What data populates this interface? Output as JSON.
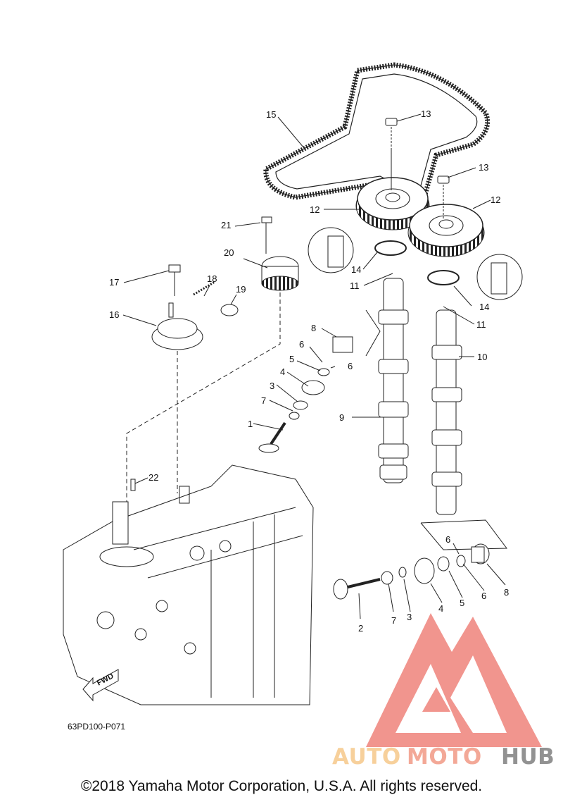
{
  "diagram_code": "63PD100-P071",
  "fwd_label": "FWD",
  "copyright": "©2018 Yamaha Motor Corporation, U.S.A. All rights reserved.",
  "watermark": {
    "auto": "AUTO",
    "moto": "MOTO",
    "hub": "HUB",
    "colors": {
      "auto": "#f6c88a",
      "moto": "#f19a86",
      "hub": "#7f7f7f",
      "triangle": "#ee7b73"
    }
  },
  "callouts": {
    "c1": "1",
    "c2": "2",
    "c3a": "3",
    "c3b": "3",
    "c4a": "4",
    "c4b": "4",
    "c5a": "5",
    "c5b": "5",
    "c6a": "6",
    "c6b": "6",
    "c6c": "6",
    "c6d": "6",
    "c7a": "7",
    "c7b": "7",
    "c8a": "8",
    "c8b": "8",
    "c9": "9",
    "c10": "10",
    "c11a": "11",
    "c11b": "11",
    "c12a": "12",
    "c12b": "12",
    "c13a": "13",
    "c13b": "13",
    "c14a": "14",
    "c14b": "14",
    "c15": "15",
    "c16": "16",
    "c17": "17",
    "c18": "18",
    "c19": "19",
    "c20": "20",
    "c21": "21",
    "c22": "22"
  }
}
